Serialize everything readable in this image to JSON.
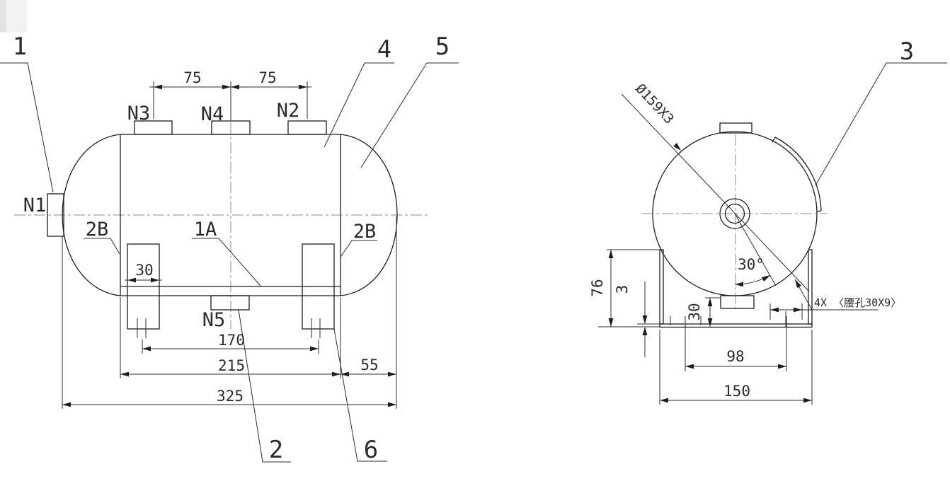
{
  "side_view": {
    "nozzles": {
      "n1": "N1",
      "n2": "N2",
      "n3": "N3",
      "n4": "N4",
      "n5": "N5"
    },
    "welds": {
      "left": "2B",
      "center": "1A",
      "right": "2B"
    },
    "dims": {
      "pitch_left": "75",
      "pitch_right": "75",
      "leg_width": "30",
      "leg_pitch": "170",
      "shell_length": "215",
      "head_length": "55",
      "overall": "325"
    }
  },
  "end_view": {
    "dims": {
      "shell": "Ø159X3",
      "angle": "30°",
      "height": "76",
      "plate": "3",
      "clearance": "30",
      "slot_pitch": "98",
      "base_width": "150"
    },
    "slot_note": "4X 〈腰孔30X9〉"
  },
  "callouts": {
    "c1": "1",
    "c2": "2",
    "c3": "3",
    "c4": "4",
    "c5": "5",
    "c6": "6"
  },
  "colors": {
    "line": "#1d1d1d",
    "centerline": "#8c8c8c",
    "background": "#ffffff"
  }
}
